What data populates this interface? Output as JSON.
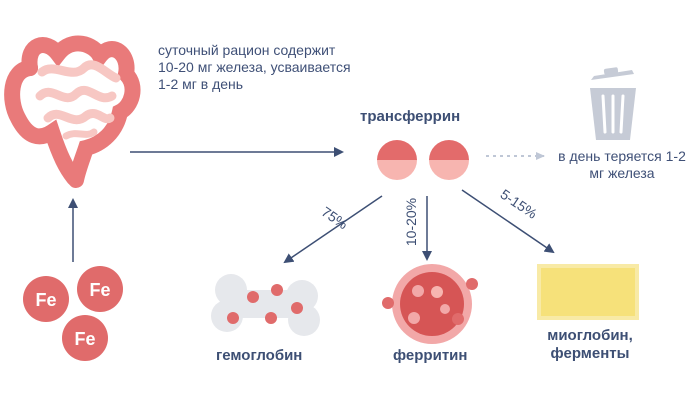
{
  "intake_text": "суточный рацион содержит 10-20 мг железа, усваивается 1-2 мг в день",
  "transferrin_label": "трансферрин",
  "loss_text": "в день теряется 1-2 мг железа",
  "fe_label": "Fe",
  "pct_hemoglobin": "75%",
  "pct_ferritin": "10-20%",
  "pct_enzymes": "5-15%",
  "hemoglobin_label": "гемоглобин",
  "ferritin_label": "ферритин",
  "myoglobin_label": "миоглобин, ферменты",
  "colors": {
    "intestine": "#e97a7a",
    "intestine_light": "#f7c7c3",
    "iron": "#e06b6b",
    "protein_dark": "#e36b6b",
    "protein_light": "#f7b5b0",
    "bone": "#e6e8ec",
    "ferritin_outer": "#f2a8a8",
    "ferritin_inner": "#d65555",
    "myoglobin": "#f6e17a",
    "myoglobin_border": "#f8eaa6",
    "bin": "#c6cbd6",
    "arrow": "#3d4f74",
    "dotted": "#bfc7d6",
    "text": "#3d4f74"
  }
}
